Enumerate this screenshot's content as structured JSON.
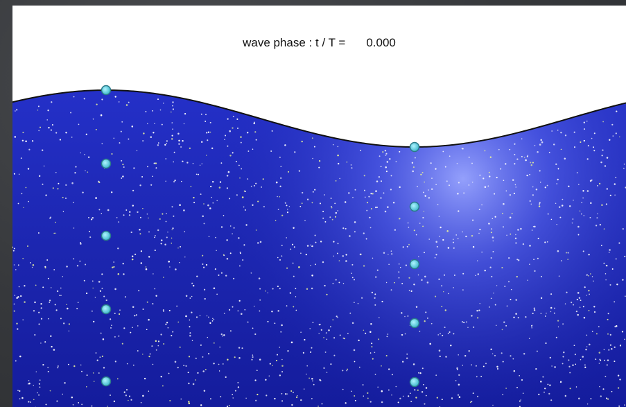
{
  "readout": {
    "label": "wave phase : t / T =",
    "value": "0.000"
  },
  "colors": {
    "background": "#3a3c3f",
    "panel": "#ffffff",
    "water_deep": "#1a24b4",
    "water_light": "#8a98ff",
    "surface_line": "#111111",
    "particle": "#ffffff",
    "marker_fill": "#5ed0e0",
    "marker_outline": "#2a7a88"
  },
  "markers": {
    "crest_column_count": 5,
    "trough_column_count": 5
  }
}
